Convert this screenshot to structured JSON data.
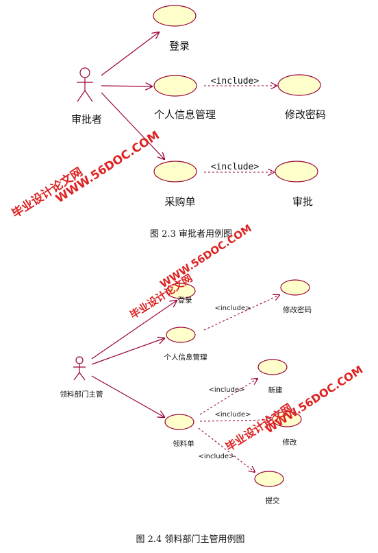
{
  "diagram1": {
    "actor": "审批者",
    "use_cases": {
      "login": "登录",
      "personal_info": "个人信息管理",
      "change_password": "修改密码",
      "purchase_order": "采购单",
      "approve": "审批"
    },
    "include_labels": [
      "<include>",
      "<include>"
    ],
    "caption": "图 2.3  审批者用例图"
  },
  "diagram2": {
    "actor": "领料部门主管",
    "use_cases": {
      "login": "登录",
      "personal_info": "个人信息管理",
      "change_password": "修改密码",
      "requisition": "领料单",
      "create": "新建",
      "modify": "修改",
      "submit": "提交"
    },
    "include_labels": [
      "<include>",
      "<include>",
      "<include>",
      "<include>"
    ],
    "caption": "图 2.4 领料部门主管用例图"
  },
  "watermarks": {
    "site": "WWW.56DOC.COM",
    "name": "毕业设计论文网"
  },
  "colors": {
    "use_case_fill": "#ffffcc",
    "line": "#990033",
    "watermark": "#dd2222"
  }
}
